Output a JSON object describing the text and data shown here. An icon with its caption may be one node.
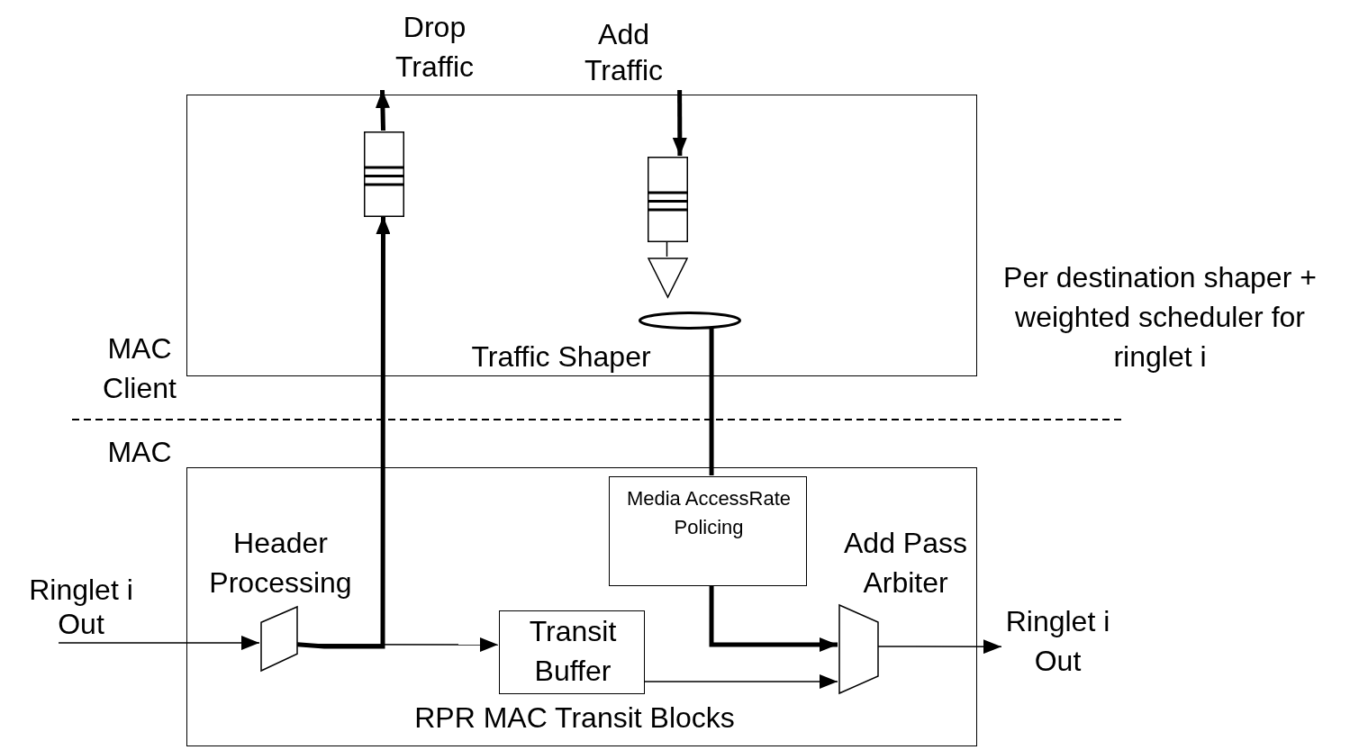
{
  "diagram": {
    "nodes": [
      {
        "text": [
          "Traffic Shaper"
        ],
        "beside": [
          "Per destination shaper + weighted scheduler for ringlet i"
        ]
      },
      {
        "text": [],
        "shape": "box",
        "in": 0
      },
      {
        "text": [],
        "shape": "box",
        "in": 0
      },
      {
        "text": [],
        "shape": "triangle",
        "in": 0
      },
      {
        "text": [],
        "shape": "ellipse",
        "in": 0
      },
      {
        "text": [
          "RPR MAC Transit Blocks"
        ]
      },
      {
        "text": [
          "Header Processing"
        ],
        "in": 5
      },
      {
        "text": [
          "Media AccessRate Policing"
        ],
        "in": 5
      },
      {
        "text": [
          "Transit Buffer"
        ],
        "in": 5
      },
      {
        "text": [
          "Add Pass Arbiter"
        ],
        "in": 5
      },
      {
        "text": [
          "Drop Traffic"
        ]
      },
      {
        "text": [
          "Add Traffic"
        ]
      },
      {
        "text": [
          "Ringlet i Out"
        ]
      },
      {
        "text": [
          "Ringlet i Out"
        ]
      }
    ],
    "edges": [
      {
        "from": 6,
        "to": 1,
        "arrow": "to",
        "style": "thick"
      },
      {
        "from": 1,
        "to": 10,
        "arrow": "to",
        "style": "thick"
      },
      {
        "from": 11,
        "to": 2,
        "arrow": "to",
        "style": "thick"
      },
      {
        "from": 2,
        "to": 3,
        "arrow": "none"
      },
      {
        "from": 4,
        "to": 7,
        "arrow": "none",
        "style": "thick"
      },
      {
        "from": 7,
        "to": 9,
        "arrow": "to",
        "style": "thick"
      },
      {
        "from": 6,
        "to": 8,
        "arrow": "to"
      },
      {
        "from": 8,
        "to": 9,
        "arrow": "to"
      },
      {
        "from": 9,
        "to": 13,
        "arrow": "to"
      },
      {
        "from": 12,
        "to": 6,
        "arrow": "to"
      }
    ],
    "labels": [
      "MAC Client",
      "MAC"
    ]
  }
}
